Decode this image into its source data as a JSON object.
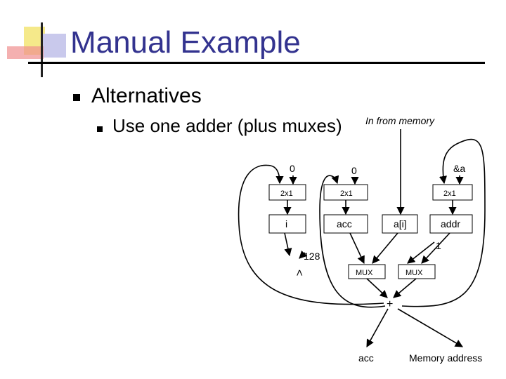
{
  "slide": {
    "title": "Manual Example",
    "bullet_level1": "Alternatives",
    "bullet_level2": "Use one adder (plus muxes)"
  },
  "diagram": {
    "input_label": "In from memory",
    "const_zero_1": "0",
    "const_zero_2": "0",
    "addr_const": "&a",
    "mux_label": "2x1",
    "reg_i": "i",
    "reg_acc": "acc",
    "reg_ai": "a[i]",
    "reg_addr": "addr",
    "const_128": "128",
    "const_1": "1",
    "comparator": "<",
    "mux1": "MUX",
    "mux2": "MUX",
    "adder": "+",
    "out_acc": "acc",
    "out_mem": "Memory address"
  }
}
